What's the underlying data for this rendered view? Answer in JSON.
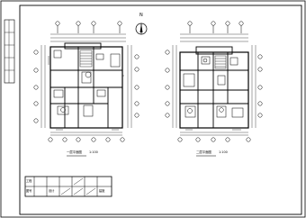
{
  "sheet": {
    "frame_color": "#000000",
    "line_color": "#000000",
    "background": "#ffffff"
  },
  "north": {
    "label": "N"
  },
  "plans": [
    {
      "title": "一层平面图",
      "scale": "1:100"
    },
    {
      "title": "二层平面图",
      "scale": "1:100"
    }
  ],
  "title_block": {
    "row1": [
      "工程",
      "",
      "",
      "",
      "",
      "",
      ""
    ],
    "row2": [
      "图号",
      "",
      "设计",
      "",
      "",
      "",
      "建施"
    ]
  }
}
